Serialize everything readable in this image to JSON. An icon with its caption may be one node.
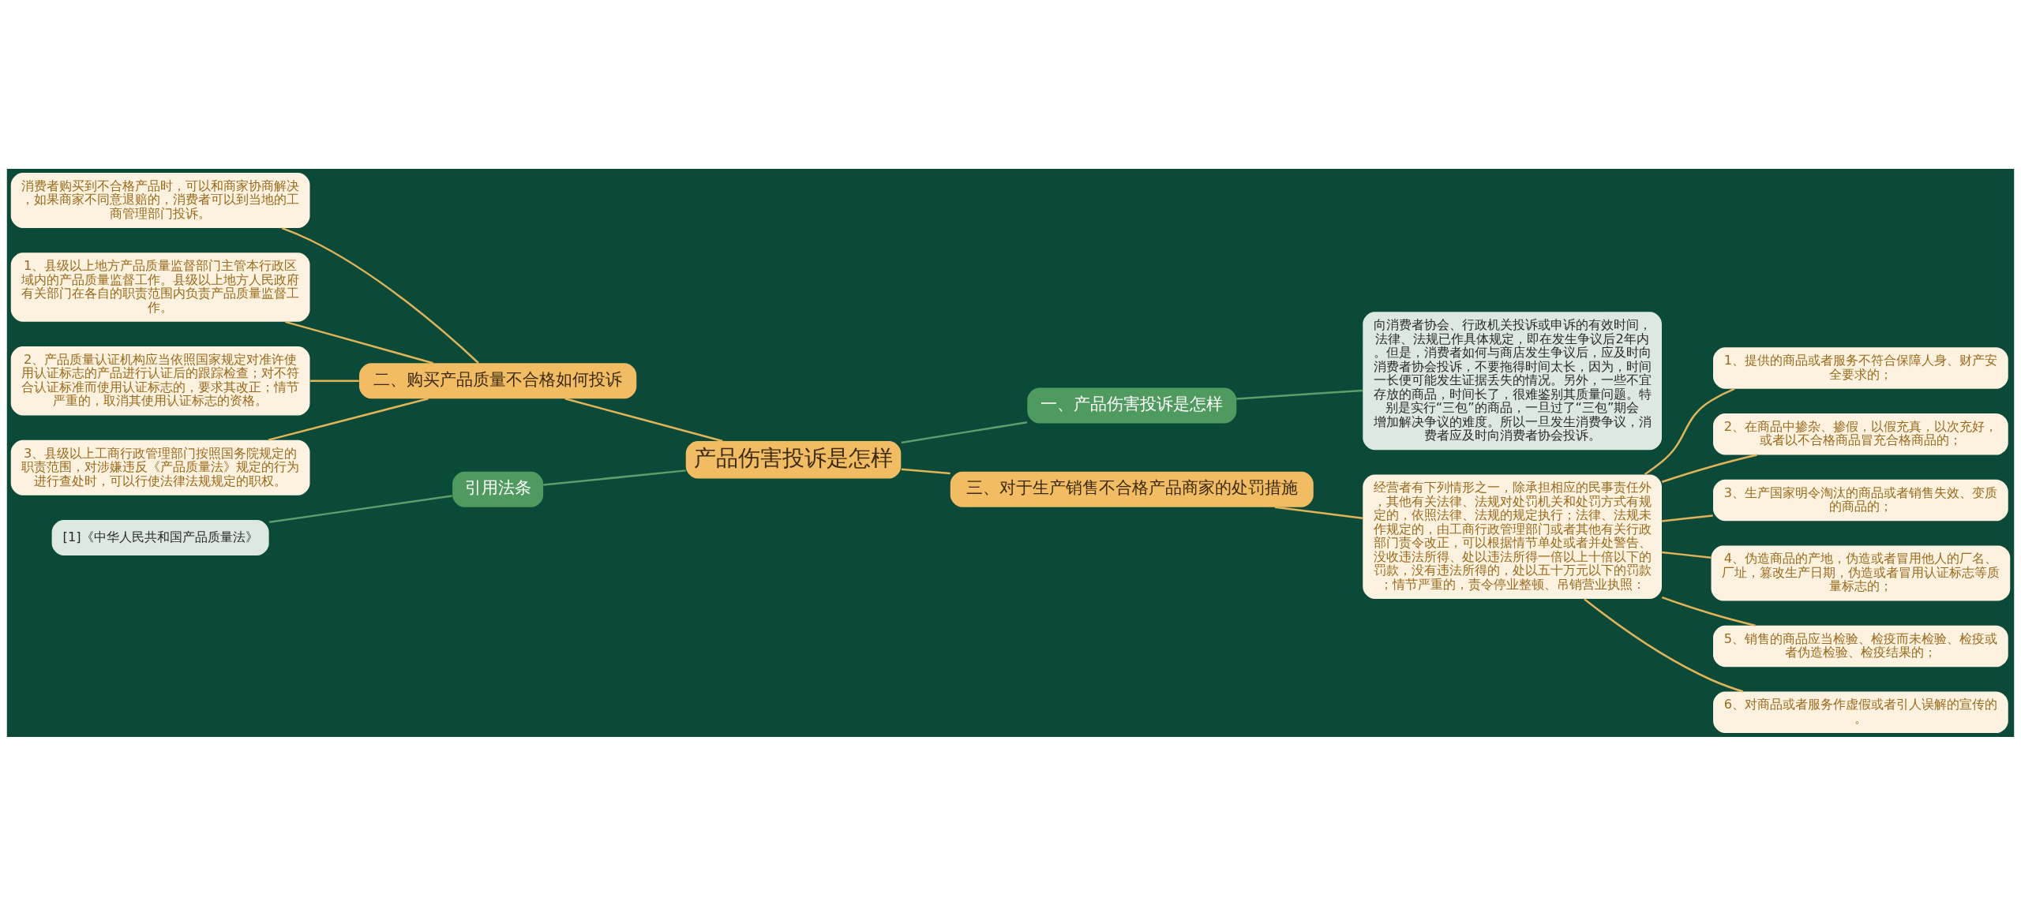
{
  "diagram": {
    "nodes": [
      {
        "text": [
          "产品伤害投诉是怎样"
        ]
      },
      {
        "text": [
          "二、购买产品质量不合格如何投诉"
        ]
      },
      {
        "text": [
          "消费者购买到不合格产品时，可以和商家协商解决，如果商家不同意退赔的，消费者可以到当地的工商管理部门投诉。"
        ]
      },
      {
        "text": [
          "1、县级以上地方产品质量监督部门主管本行政区域内的产品质量监督工作。县级以上地方人民政府有关部门在各自的职责范围内负责产品质量监督工作。"
        ]
      },
      {
        "text": [
          "2、产品质量认证机构应当依照国家规定对准许使用认证标志的产品进行认证后的跟踪检查；对不符合认证标准而使用认证标志的，要求其改正；情节严重的，取消其使用认证标志的资格。"
        ]
      },
      {
        "text": [
          "3、县级以上工商行政管理部门按照国务院规定的职责范围，对涉嫌违反《产品质量法》规定的行为进行查处时，可以行使法律法规规定的职权。"
        ]
      },
      {
        "text": [
          "引用法条"
        ]
      },
      {
        "text": [
          "[1]《中华人民共和国产品质量法》"
        ]
      },
      {
        "text": [
          "一、产品伤害投诉是怎样"
        ]
      },
      {
        "text": [
          "向消费者协会、行政机关投诉或申诉的有效时间，法律、法规已作具体规定，即在发生争议后2年内。但是，消费者如何与商店发生争议后，应及时向消费者协会投诉，不要拖得时间太长，因为，时间一长便可能发生证据丢失的情况。另外，一些不宜存放的商品，时间长了，很难鉴别其质量问题。特别是实行“三包”的商品，一旦过了“三包”期会增加解决争议的难度。所以一旦发生消费争议，消费者应及时向消费者协会投诉。"
        ]
      },
      {
        "text": [
          "三、对于生产销售不合格产品商家的处罚措施"
        ]
      },
      {
        "text": [
          "经营者有下列情形之一，除承担相应的民事责任外，其他有关法律、法规对处罚机关和处罚方式有规定的，依照法律、法规的规定执行；法律、法规未作规定的，由工商行政管理部门或者其他有关行政部门责令改正，可以根据情节单处或者并处警告、没收违法所得、处以违法所得一倍以上十倍以下的罚款，没有违法所得的，处以五十万元以下的罚款；情节严重的，责令停业整顿、吊销营业执照："
        ]
      },
      {
        "text": [
          "1、提供的商品或者服务不符合保障人身、财产安全要求的；"
        ]
      },
      {
        "text": [
          "2、在商品中掺杂、掺假，以假充真，以次充好，或者以不合格商品冒充合格商品的；"
        ]
      },
      {
        "text": [
          "3、生产国家明令淘汰的商品或者销售失效、变质的商品的；"
        ]
      },
      {
        "text": [
          "4、伪造商品的产地，伪造或者冒用他人的厂名、厂址，篡改生产日期，伪造或者冒用认证标志等质量标志的；"
        ]
      },
      {
        "text": [
          "5、销售的商品应当检验、检疫而未检验、检疫或者伪造检验、检疫结果的；"
        ]
      },
      {
        "text": [
          "6、对商品或者服务作虚假或者引人误解的宣传的。"
        ]
      }
    ],
    "edges": [
      {
        "from": 0,
        "to": 1,
        "arrow": "none"
      },
      {
        "from": 1,
        "to": 2,
        "arrow": "none"
      },
      {
        "from": 1,
        "to": 3,
        "arrow": "none"
      },
      {
        "from": 1,
        "to": 4,
        "arrow": "none"
      },
      {
        "from": 1,
        "to": 5,
        "arrow": "none"
      },
      {
        "from": 0,
        "to": 6,
        "arrow": "none",
        "color": "#5e9e68"
      },
      {
        "from": 6,
        "to": 7,
        "arrow": "none",
        "color": "#5e9e68"
      },
      {
        "from": 0,
        "to": 8,
        "arrow": "none",
        "color": "#5e9e68"
      },
      {
        "from": 8,
        "to": 9,
        "arrow": "none",
        "color": "#5e9e68"
      },
      {
        "from": 0,
        "to": 10,
        "arrow": "none"
      },
      {
        "from": 10,
        "to": 11,
        "arrow": "none"
      },
      {
        "from": 11,
        "to": 12,
        "arrow": "none"
      },
      {
        "from": 11,
        "to": 13,
        "arrow": "none"
      },
      {
        "from": 11,
        "to": 14,
        "arrow": "none"
      },
      {
        "from": 11,
        "to": 15,
        "arrow": "none"
      },
      {
        "from": 11,
        "to": 16,
        "arrow": "none"
      },
      {
        "from": 11,
        "to": 17,
        "arrow": "none"
      }
    ]
  }
}
